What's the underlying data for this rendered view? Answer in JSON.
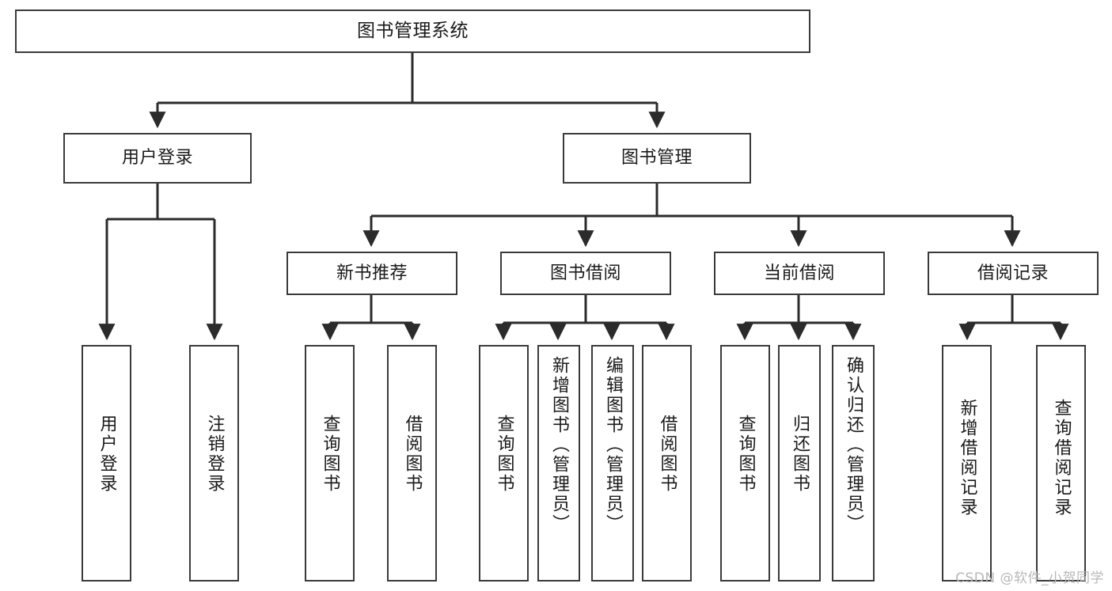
{
  "diagram": {
    "type": "tree-hierarchy-chart",
    "title": "图书管理系统",
    "watermark": "CSDN @软件_小贺同学",
    "colors": {
      "box_border": "#3a3a3a",
      "box_fill": "#ffffff",
      "connector": "#2b2b2b",
      "text": "#1a1a1a",
      "watermark": "#b8b8b8",
      "background": "#ffffff"
    },
    "nodes": {
      "root": {
        "label": "图书管理系统",
        "level": 0,
        "orientation": "horizontal"
      },
      "user_login": {
        "label": "用户登录",
        "level": 1,
        "orientation": "horizontal"
      },
      "book_manage": {
        "label": "图书管理",
        "level": 1,
        "orientation": "horizontal"
      },
      "new_book_rec": {
        "label": "新书推荐",
        "level": 2,
        "orientation": "horizontal"
      },
      "book_borrow": {
        "label": "图书借阅",
        "level": 2,
        "orientation": "horizontal"
      },
      "current_borrow": {
        "label": "当前借阅",
        "level": 2,
        "orientation": "horizontal"
      },
      "borrow_record": {
        "label": "借阅记录",
        "level": 2,
        "orientation": "horizontal"
      },
      "leaf_user_login": {
        "label": "用户登录",
        "level": 3,
        "orientation": "vertical"
      },
      "leaf_logout": {
        "label": "注销登录",
        "level": 3,
        "orientation": "vertical"
      },
      "leaf_query_book_a": {
        "label": "查询图书",
        "level": 3,
        "orientation": "vertical"
      },
      "leaf_borrow_book_a": {
        "label": "借阅图书",
        "level": 3,
        "orientation": "vertical"
      },
      "leaf_query_book_b": {
        "label": "查询图书",
        "level": 3,
        "orientation": "vertical"
      },
      "leaf_add_book": {
        "label": "新增图书（管理员）",
        "level": 3,
        "orientation": "vertical"
      },
      "leaf_edit_book": {
        "label": "编辑图书（管理员）",
        "level": 3,
        "orientation": "vertical"
      },
      "leaf_borrow_book_b": {
        "label": "借阅图书",
        "level": 3,
        "orientation": "vertical"
      },
      "leaf_query_book_c": {
        "label": "查询图书",
        "level": 3,
        "orientation": "vertical"
      },
      "leaf_return_book": {
        "label": "归还图书",
        "level": 3,
        "orientation": "vertical"
      },
      "leaf_confirm_return": {
        "label": "确认归还（管理员）",
        "level": 3,
        "orientation": "vertical"
      },
      "leaf_add_record": {
        "label": "新增借阅记录",
        "level": 3,
        "orientation": "vertical"
      },
      "leaf_query_record": {
        "label": "查询借阅记录",
        "level": 3,
        "orientation": "vertical"
      }
    },
    "edges": [
      {
        "from": "root",
        "to": "user_login"
      },
      {
        "from": "root",
        "to": "book_manage"
      },
      {
        "from": "user_login",
        "to": "leaf_user_login"
      },
      {
        "from": "user_login",
        "to": "leaf_logout"
      },
      {
        "from": "book_manage",
        "to": "new_book_rec"
      },
      {
        "from": "book_manage",
        "to": "book_borrow"
      },
      {
        "from": "book_manage",
        "to": "current_borrow"
      },
      {
        "from": "book_manage",
        "to": "borrow_record"
      },
      {
        "from": "new_book_rec",
        "to": "leaf_query_book_a"
      },
      {
        "from": "new_book_rec",
        "to": "leaf_borrow_book_a"
      },
      {
        "from": "book_borrow",
        "to": "leaf_query_book_b"
      },
      {
        "from": "book_borrow",
        "to": "leaf_add_book"
      },
      {
        "from": "book_borrow",
        "to": "leaf_edit_book"
      },
      {
        "from": "book_borrow",
        "to": "leaf_borrow_book_b"
      },
      {
        "from": "current_borrow",
        "to": "leaf_query_book_c"
      },
      {
        "from": "current_borrow",
        "to": "leaf_return_book"
      },
      {
        "from": "current_borrow",
        "to": "leaf_confirm_return"
      },
      {
        "from": "borrow_record",
        "to": "leaf_add_record"
      },
      {
        "from": "borrow_record",
        "to": "leaf_query_record"
      }
    ]
  }
}
